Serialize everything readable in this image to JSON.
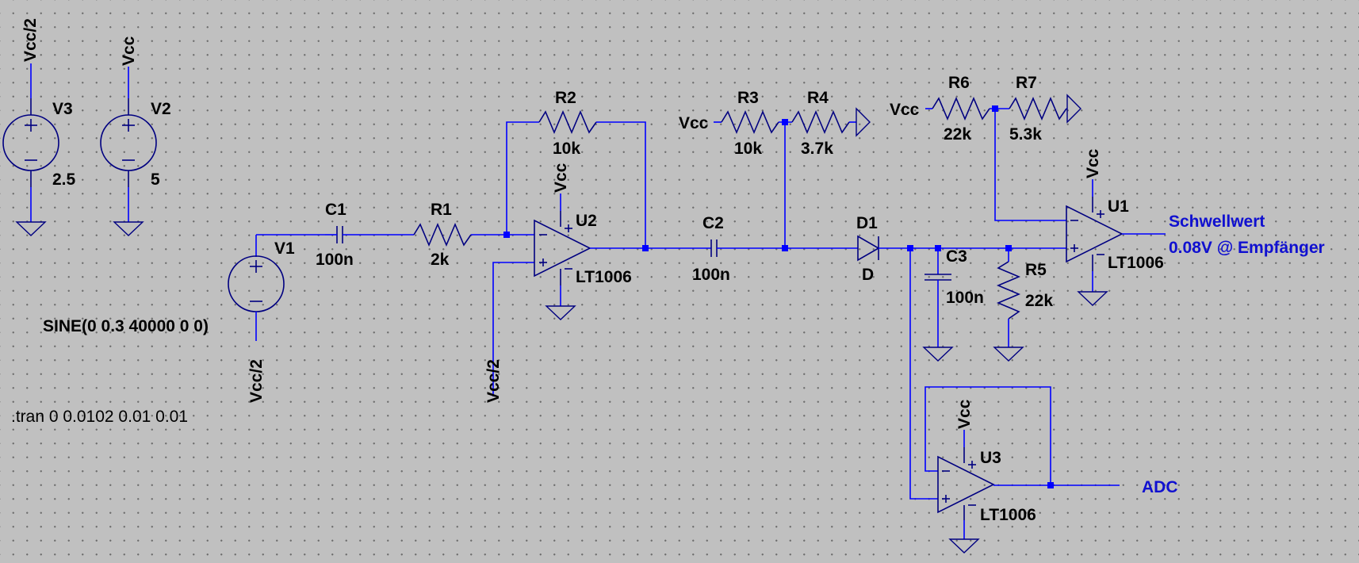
{
  "sources": [
    {
      "ref": "V3",
      "value": "2.5",
      "net": "Vcc/2"
    },
    {
      "ref": "V2",
      "value": "5",
      "net": "Vcc"
    },
    {
      "ref": "V1",
      "value": "SINE(0 0.3 40000 0 0)",
      "net": "Vcc/2"
    }
  ],
  "capacitors": [
    {
      "ref": "C1",
      "value": "100n"
    },
    {
      "ref": "C2",
      "value": "100n"
    },
    {
      "ref": "C3",
      "value": "100n"
    }
  ],
  "resistors": [
    {
      "ref": "R1",
      "value": "2k"
    },
    {
      "ref": "R2",
      "value": "10k"
    },
    {
      "ref": "R3",
      "value": "10k"
    },
    {
      "ref": "R4",
      "value": "3.7k"
    },
    {
      "ref": "R5",
      "value": "22k"
    },
    {
      "ref": "R6",
      "value": "22k"
    },
    {
      "ref": "R7",
      "value": "5.3k"
    }
  ],
  "diode": {
    "ref": "D1",
    "model": "D"
  },
  "opamps": [
    {
      "ref": "U1",
      "model": "LT1006",
      "supply": "Vcc"
    },
    {
      "ref": "U2",
      "model": "LT1006",
      "supply": "Vcc",
      "ref_net": "Vcc/2"
    },
    {
      "ref": "U3",
      "model": "LT1006",
      "supply": "Vcc"
    }
  ],
  "net_labels": {
    "vcc": "Vcc"
  },
  "outputs": {
    "comparator_1": "Schwellwert",
    "comparator_2": "0.08V @ Empfänger",
    "adc": "ADC"
  },
  "directive": ".tran 0 0.0102 0.01 0.01",
  "colors": {
    "background": "#c0c0c0",
    "wire": "#0000ff",
    "component": "#000080",
    "label": "#000000",
    "net_text": "#1010d0"
  }
}
